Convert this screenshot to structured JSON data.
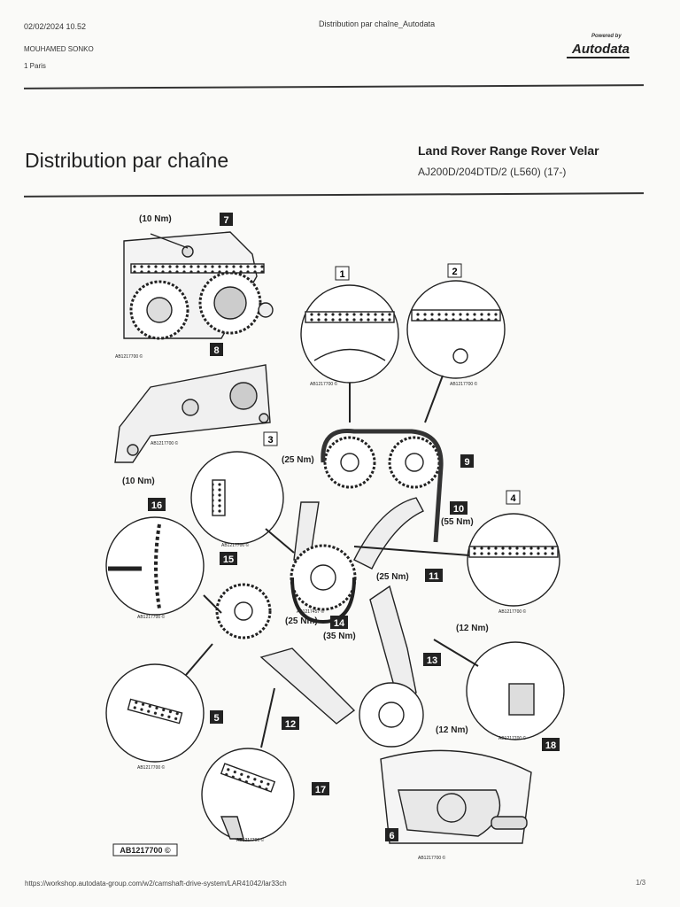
{
  "header": {
    "datetime": "02/02/2024 10.52",
    "doc_title": "Distribution par chaîne_Autodata",
    "user_name": "MOUHAMED SONKO",
    "location": "1 Paris",
    "powered_by": "Powered by",
    "brand": "Autodata"
  },
  "main": {
    "title": "Distribution par chaîne",
    "vehicle": "Land Rover Range Rover Velar",
    "model_code": "AJ200D/204DTD/2 (L560) (17-)"
  },
  "diagram": {
    "reference_box": "AB1217700 ©",
    "small_ref": "AB1217700 ©",
    "small_ref_alt": "AB1217457 ©",
    "callouts": [
      "1",
      "2",
      "3",
      "4",
      "5",
      "6",
      "7",
      "8",
      "9",
      "10",
      "11",
      "12",
      "13",
      "14",
      "15",
      "16",
      "17",
      "18"
    ],
    "torques": {
      "t10_top": "(10 Nm)",
      "t10_bottom": "(10 Nm)",
      "t25_a": "(25 Nm)",
      "t55": "(55 Nm)",
      "t25_b": "(25 Nm)",
      "t12_a": "(12 Nm)",
      "t25_c": "(25 Nm)",
      "t35": "(35 Nm)",
      "t12_b": "(12 Nm)"
    }
  },
  "footer": {
    "url": "https://workshop.autodata-group.com/w2/camshaft-drive-system/LAR41042/lar33ch",
    "page": "1/3"
  }
}
